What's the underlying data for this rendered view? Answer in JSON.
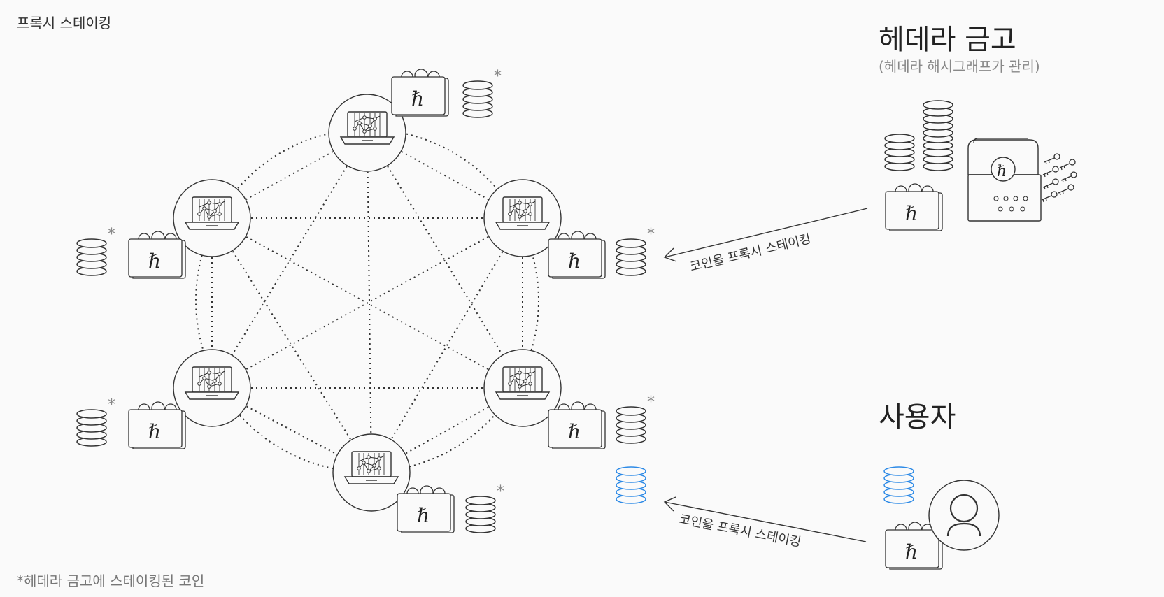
{
  "corner_title": "프록시 스테이킹",
  "treasury": {
    "title": "헤데라 금고",
    "subtitle": "(헤데라 해시그래프가 관리)",
    "arrow_label": "코인을 프록시 스테이킹"
  },
  "user": {
    "title": "사용자",
    "arrow_label": "코인을 프록시 스테이킹"
  },
  "footnote": "*헤데라 금고에 스테이킹된 코인",
  "asterisk": "*",
  "hbar_symbol": "ℏ",
  "colors": {
    "line": "#333333",
    "user_coin": "#2d8ae6",
    "muted": "#888888",
    "background": "#fafafa"
  },
  "icons": [
    "laptop-hashgraph-icon",
    "wallet-icon",
    "coin-stack-icon",
    "treasure-chest-icon",
    "key-icon",
    "user-avatar-icon"
  ]
}
